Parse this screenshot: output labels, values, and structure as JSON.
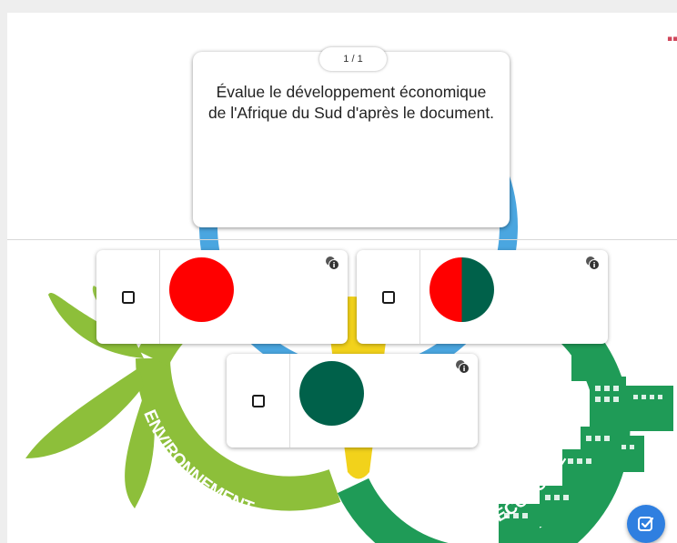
{
  "question": {
    "counter": "1 / 1",
    "text": "Évalue le développement économique de l'Afrique du Sud d'après le document."
  },
  "illustration": {
    "labels": {
      "environment": "ENVIRONNEMENT",
      "economy": "ÉCONOMIE"
    },
    "colors": {
      "environment": "#8dbf3a",
      "economy": "#1f9b57",
      "social": "#4aa6e0",
      "overlap": "#f2d21b"
    }
  },
  "options": [
    {
      "id": "red",
      "checked": false,
      "swatch": "red-circle",
      "colors": [
        "#ff0000"
      ]
    },
    {
      "id": "red-green",
      "checked": false,
      "swatch": "half-red-half-green-circle",
      "colors": [
        "#ff0000",
        "#00614a"
      ]
    },
    {
      "id": "green",
      "checked": false,
      "swatch": "green-circle",
      "colors": [
        "#00614a"
      ]
    }
  ],
  "icons": {
    "option_info": "info-icon",
    "submit": "check-icon",
    "corner": "flag-icon"
  }
}
